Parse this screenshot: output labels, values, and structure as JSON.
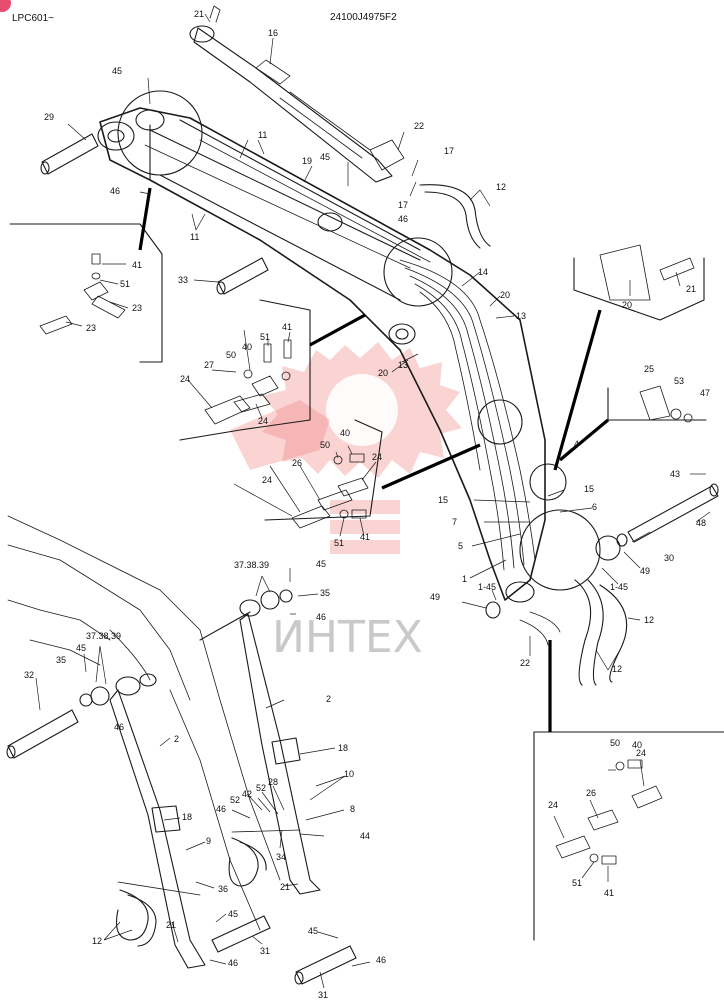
{
  "header": {
    "model_range": "LPC601~",
    "drawing_number": "24100J4975F2"
  },
  "watermark": {
    "text": "ИНТЕХ",
    "logo_icon": "gear-hand-logo-icon",
    "logo_color": "#f08080"
  },
  "colors": {
    "line": "#1a1a1a",
    "badge": "#e74c6f"
  },
  "labels": [
    {
      "id": "l21a",
      "text": "21"
    },
    {
      "id": "l16",
      "text": "16"
    },
    {
      "id": "l45a",
      "text": "45"
    },
    {
      "id": "l29",
      "text": "29"
    },
    {
      "id": "l11a",
      "text": "11"
    },
    {
      "id": "l46a",
      "text": "46"
    },
    {
      "id": "l19",
      "text": "19"
    },
    {
      "id": "l45b",
      "text": "45"
    },
    {
      "id": "l22a",
      "text": "22"
    },
    {
      "id": "l17a",
      "text": "17"
    },
    {
      "id": "l17b",
      "text": "17"
    },
    {
      "id": "l12a",
      "text": "12"
    },
    {
      "id": "l46b",
      "text": "46"
    },
    {
      "id": "l11b",
      "text": "11"
    },
    {
      "id": "l41a",
      "text": "41"
    },
    {
      "id": "l51a",
      "text": "51"
    },
    {
      "id": "l23a",
      "text": "23"
    },
    {
      "id": "l23b",
      "text": "23"
    },
    {
      "id": "l33",
      "text": "33"
    },
    {
      "id": "l14",
      "text": "14"
    },
    {
      "id": "l20a",
      "text": "20"
    },
    {
      "id": "l13a",
      "text": "13"
    },
    {
      "id": "l20b",
      "text": "20"
    },
    {
      "id": "l21b",
      "text": "21"
    },
    {
      "id": "l51b",
      "text": "51"
    },
    {
      "id": "l41b",
      "text": "41"
    },
    {
      "id": "l40a",
      "text": "40"
    },
    {
      "id": "l50a",
      "text": "50"
    },
    {
      "id": "l27",
      "text": "27"
    },
    {
      "id": "l24a",
      "text": "24"
    },
    {
      "id": "l24b",
      "text": "24"
    },
    {
      "id": "l20c",
      "text": "20"
    },
    {
      "id": "l13b",
      "text": "13"
    },
    {
      "id": "l25",
      "text": "25"
    },
    {
      "id": "l53",
      "text": "53"
    },
    {
      "id": "l47",
      "text": "47"
    },
    {
      "id": "l50b",
      "text": "50"
    },
    {
      "id": "l40b",
      "text": "40"
    },
    {
      "id": "l26a",
      "text": "26"
    },
    {
      "id": "l24c",
      "text": "24"
    },
    {
      "id": "l24d",
      "text": "24"
    },
    {
      "id": "l51c",
      "text": "51"
    },
    {
      "id": "l41c",
      "text": "41"
    },
    {
      "id": "l4",
      "text": "4"
    },
    {
      "id": "l15a",
      "text": "15"
    },
    {
      "id": "l15b",
      "text": "15"
    },
    {
      "id": "l6",
      "text": "6"
    },
    {
      "id": "l7",
      "text": "7"
    },
    {
      "id": "l5",
      "text": "5"
    },
    {
      "id": "l43",
      "text": "43"
    },
    {
      "id": "l48",
      "text": "48"
    },
    {
      "id": "l30",
      "text": "30"
    },
    {
      "id": "l49a",
      "text": "49"
    },
    {
      "id": "l1a",
      "text": "1"
    },
    {
      "id": "l145a",
      "text": "1-45"
    },
    {
      "id": "l145b",
      "text": "1-45"
    },
    {
      "id": "l49b",
      "text": "49"
    },
    {
      "id": "l22b",
      "text": "22"
    },
    {
      "id": "l12b",
      "text": "12"
    },
    {
      "id": "l12c",
      "text": "12"
    },
    {
      "id": "l373839a",
      "text": "37.38.39"
    },
    {
      "id": "l45c",
      "text": "45"
    },
    {
      "id": "l35a",
      "text": "35"
    },
    {
      "id": "l46c",
      "text": "46"
    },
    {
      "id": "l373839b",
      "text": "37.38.39"
    },
    {
      "id": "l45d",
      "text": "45"
    },
    {
      "id": "l32",
      "text": "32"
    },
    {
      "id": "l35b",
      "text": "35"
    },
    {
      "id": "l46d",
      "text": "46"
    },
    {
      "id": "l2a",
      "text": "2"
    },
    {
      "id": "l2b",
      "text": "2"
    },
    {
      "id": "l18a",
      "text": "18"
    },
    {
      "id": "l10",
      "text": "10"
    },
    {
      "id": "l28",
      "text": "28"
    },
    {
      "id": "l52a",
      "text": "52"
    },
    {
      "id": "l42",
      "text": "42"
    },
    {
      "id": "l52b",
      "text": "52"
    },
    {
      "id": "l46e",
      "text": "46"
    },
    {
      "id": "l8",
      "text": "8"
    },
    {
      "id": "l44",
      "text": "44"
    },
    {
      "id": "l18b",
      "text": "18"
    },
    {
      "id": "l9",
      "text": "9"
    },
    {
      "id": "l34",
      "text": "34"
    },
    {
      "id": "l21c",
      "text": "21"
    },
    {
      "id": "l36",
      "text": "36"
    },
    {
      "id": "l12d",
      "text": "12"
    },
    {
      "id": "l21d",
      "text": "21"
    },
    {
      "id": "l45e",
      "text": "45"
    },
    {
      "id": "l31a",
      "text": "31"
    },
    {
      "id": "l46f",
      "text": "46"
    },
    {
      "id": "l45f",
      "text": "45"
    },
    {
      "id": "l46g",
      "text": "46"
    },
    {
      "id": "l31b",
      "text": "31"
    },
    {
      "id": "l50c",
      "text": "50"
    },
    {
      "id": "l40c",
      "text": "40"
    },
    {
      "id": "l24e",
      "text": "24"
    },
    {
      "id": "l24f",
      "text": "24"
    },
    {
      "id": "l26b",
      "text": "26"
    },
    {
      "id": "l51d",
      "text": "51"
    },
    {
      "id": "l41d",
      "text": "41"
    }
  ]
}
